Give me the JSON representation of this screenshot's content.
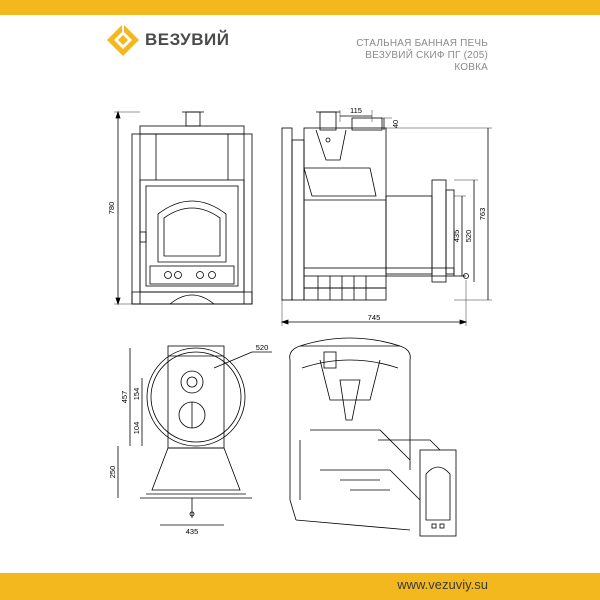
{
  "brand": {
    "name": "ВЕЗУВИЙ",
    "accent": "#f2b81d",
    "logo_icon": "diamond-logo-icon"
  },
  "title": {
    "line1": "СТАЛЬНАЯ БАННАЯ ПЕЧЬ",
    "line2": "ВЕЗУВИЙ СКИФ ПГ (205)",
    "line3": "КОВКА"
  },
  "dimensions": {
    "front_height": "780",
    "side_width": "745",
    "side_top_115": "115",
    "side_top_40": "40",
    "side_435": "435",
    "side_520": "520",
    "side_763": "763",
    "plan_520": "520",
    "plan_457": "457",
    "plan_154": "154",
    "plan_104": "104",
    "plan_250": "250",
    "plan_435": "435"
  },
  "footer": {
    "website": "www.vezuviy.su"
  }
}
